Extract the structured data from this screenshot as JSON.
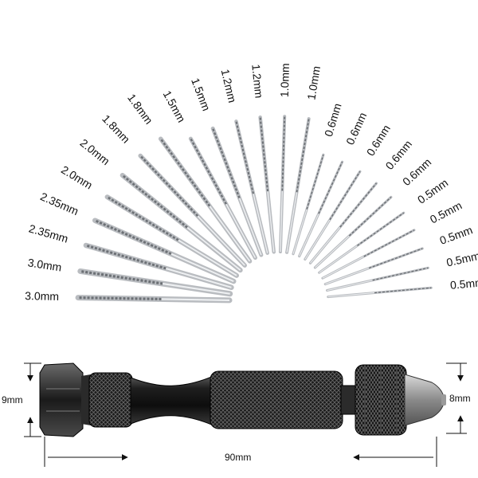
{
  "bits": [
    {
      "size": "3.0mm"
    },
    {
      "size": "3.0mm"
    },
    {
      "size": "2.35mm"
    },
    {
      "size": "2.35mm"
    },
    {
      "size": "2.0mm"
    },
    {
      "size": "2.0mm"
    },
    {
      "size": "1.8mm"
    },
    {
      "size": "1.8mm"
    },
    {
      "size": "1.5mm"
    },
    {
      "size": "1.5mm"
    },
    {
      "size": "1.2mm"
    },
    {
      "size": "1.2mm"
    },
    {
      "size": "1.0mm"
    },
    {
      "size": "1.0mm"
    },
    {
      "size": "0.6mm"
    },
    {
      "size": "0.6mm"
    },
    {
      "size": "0.6mm"
    },
    {
      "size": "0.6mm"
    },
    {
      "size": "0.6mm"
    },
    {
      "size": "0.5mm"
    },
    {
      "size": "0.5mm"
    },
    {
      "size": "0.5mm"
    },
    {
      "size": "0.5mm"
    },
    {
      "size": "0.5mm"
    }
  ],
  "dimensions": {
    "length": "90mm",
    "butt_diameter": "9mm",
    "chuck_diameter": "8mm"
  },
  "colors": {
    "handle": "#1b1b1b",
    "bit": "#b9bcc0",
    "text": "#111111"
  }
}
